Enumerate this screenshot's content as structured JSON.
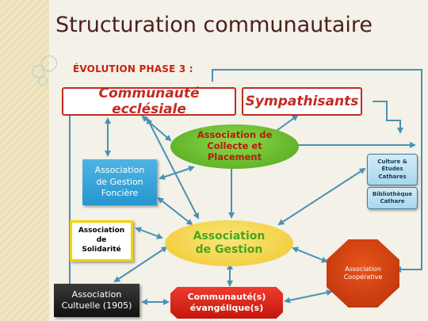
{
  "title": "Structuration communautaire",
  "subtitle": "ÉVOLUTION PHASE 3 :",
  "nodes": {
    "communaute_ecclesiale": "Communauté ecclésiale",
    "sympathisants": "Sympathisants",
    "collecte": [
      "Association de",
      "Collecte et",
      "Placement"
    ],
    "gestion_fonciere": [
      "Association",
      "de Gestion",
      "Foncière"
    ],
    "culture": [
      "Culture &",
      "Études",
      "Cathares"
    ],
    "bibliotheque": [
      "Bibliothèque",
      "Cathare"
    ],
    "solidarite": [
      "Association",
      "de",
      "Solidarité"
    ],
    "gestion": [
      "Association",
      "de Gestion"
    ],
    "cooperative": [
      "Association",
      "Coopérative"
    ],
    "cultuelle": [
      "Association",
      "Cultuelle (1905)"
    ],
    "evangelique": [
      "Communauté(s)",
      "évangélique(s)"
    ]
  },
  "colors": {
    "arrow": "#4a91b2",
    "title": "#4a1f1f",
    "subtitle": "#cc1f12",
    "outline_red": "#c42a22",
    "green": "#6cbf2f",
    "yellow": "#f3d640",
    "blue": "#2f9fd5",
    "red": "#e0281b",
    "orange": "#c8380e"
  }
}
